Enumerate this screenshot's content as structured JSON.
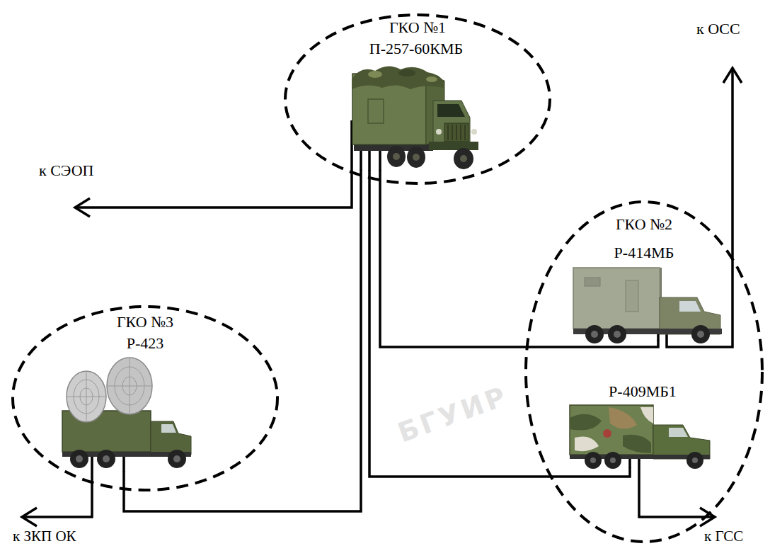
{
  "diagram": {
    "nodes": [
      {
        "text": [
          "ГКО №1"
        ]
      },
      {
        "text": [
          "П-257-60КМБ"
        ],
        "in": 0
      },
      {
        "text": [
          "ГКО №2"
        ]
      },
      {
        "text": [
          "Р-414МБ"
        ],
        "in": 2
      },
      {
        "text": [
          "Р-409МБ1"
        ],
        "in": 2
      },
      {
        "text": [
          "ГКО №3"
        ]
      },
      {
        "text": [
          "Р-423"
        ],
        "in": 5
      }
    ],
    "edges": [
      {
        "from": 1,
        "to": 3,
        "arrow": "none"
      },
      {
        "from": 1,
        "to": 4,
        "arrow": "none"
      },
      {
        "from": 1,
        "to": 6,
        "arrow": "none"
      }
    ],
    "labels": [
      "к СЭОП",
      "к ОСС",
      "к ЗКП ОК",
      "к ГСС",
      "БГУИР"
    ]
  }
}
